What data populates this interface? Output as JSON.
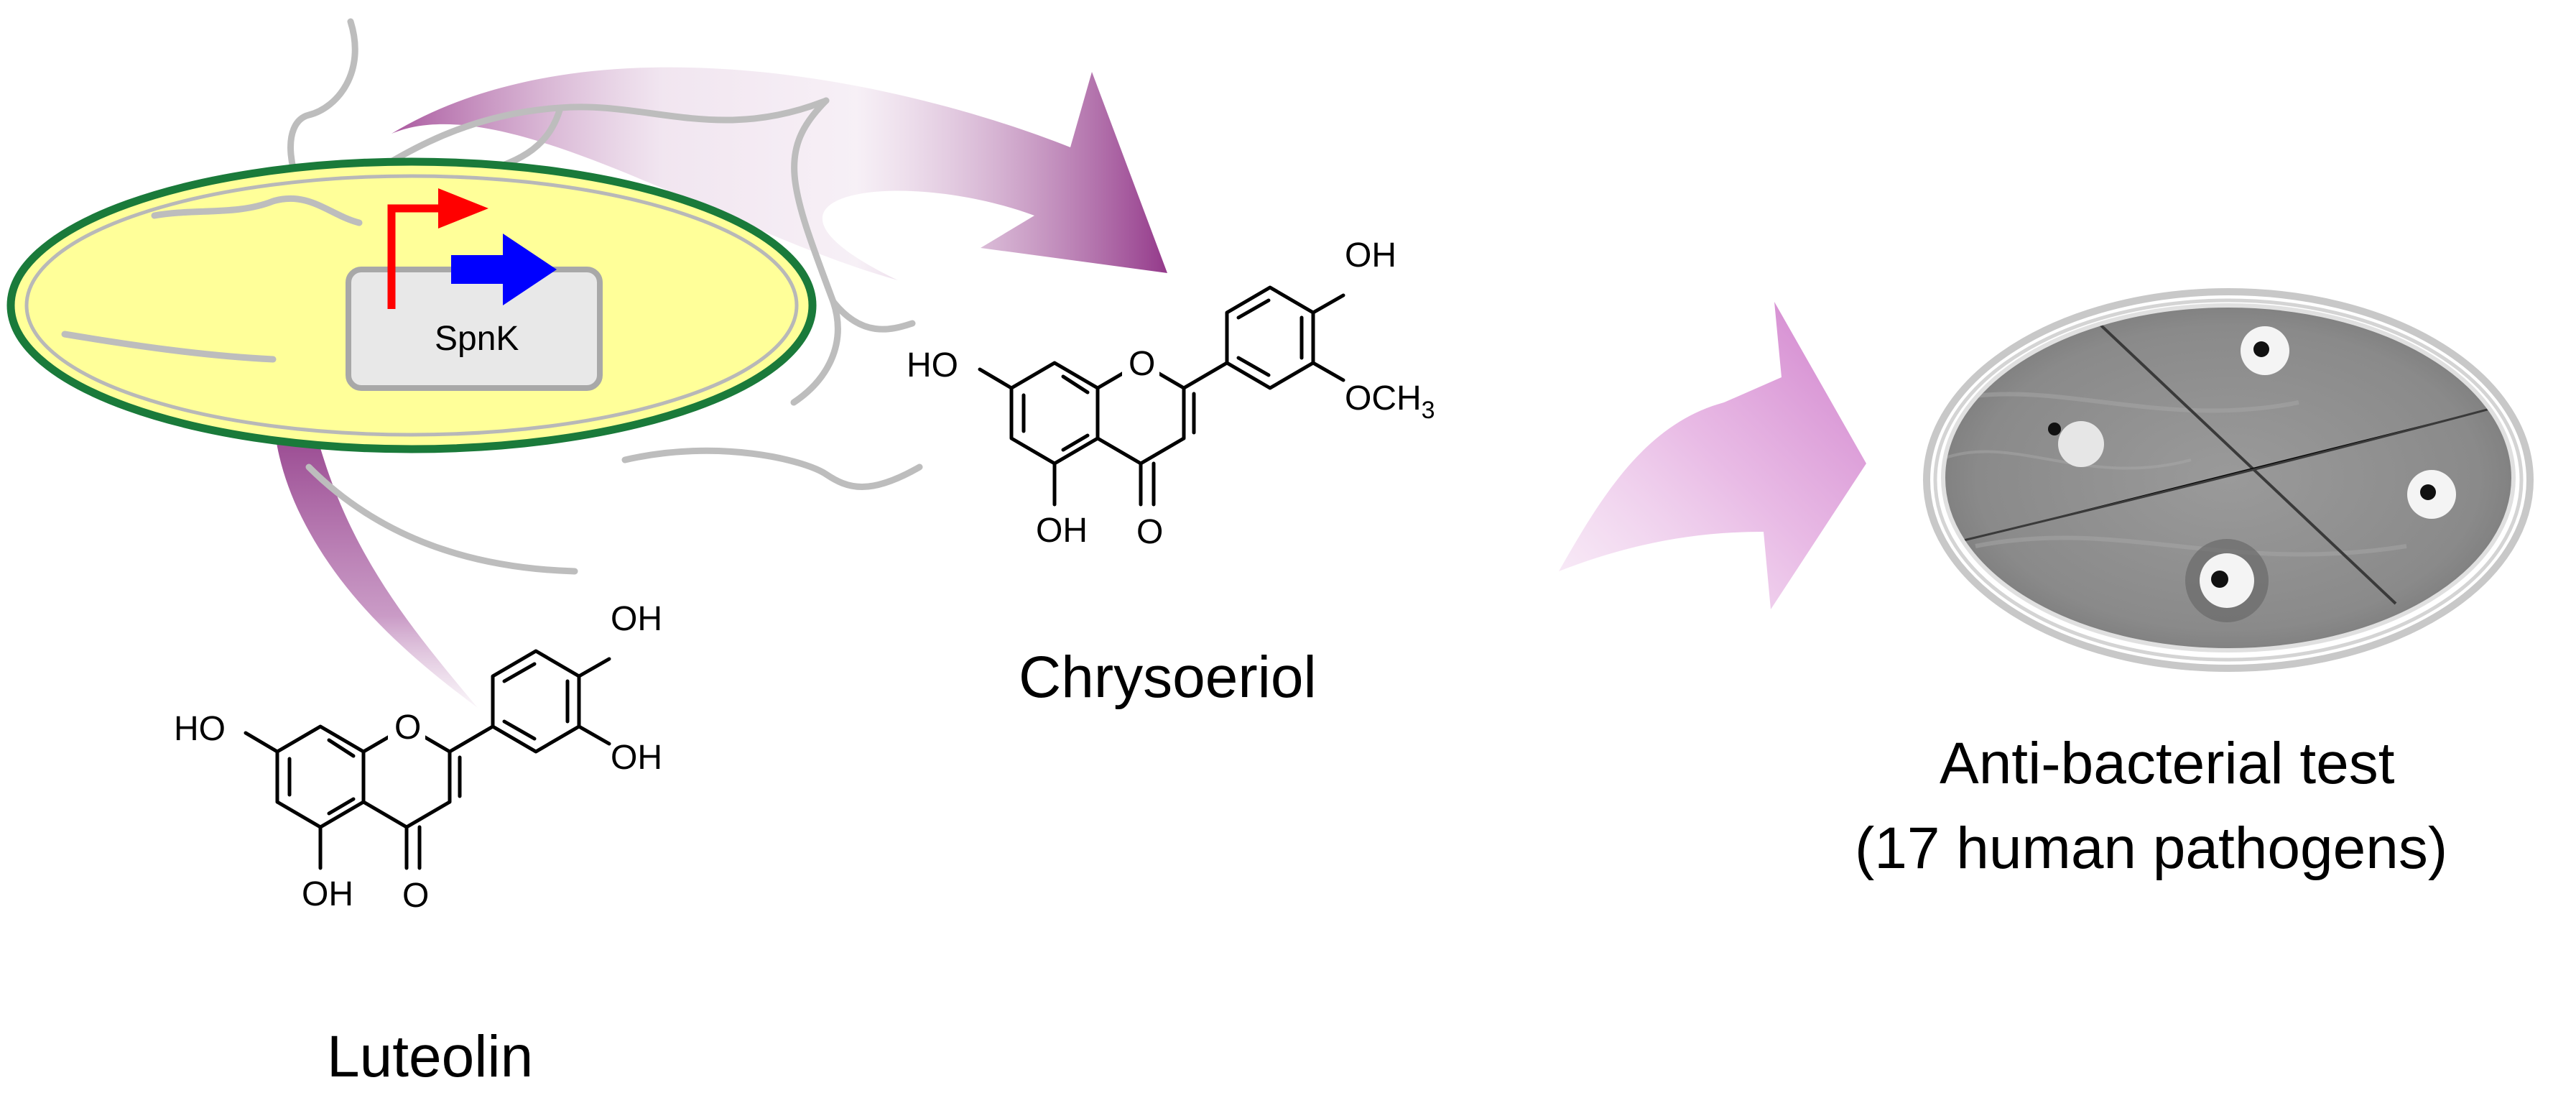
{
  "gene": {
    "name": "SpnK"
  },
  "luteolin": {
    "name": "Luteolin",
    "substituents": {
      "ho_7": "HO",
      "oh_5": "OH",
      "o_ring": "O",
      "o_keto": "O",
      "oh_4p": "OH",
      "oh_3p": "OH"
    }
  },
  "chrysoeriol": {
    "name": "Chrysoeriol",
    "substituents": {
      "ho_7": "HO",
      "oh_5": "OH",
      "o_ring": "O",
      "o_keto": "O",
      "oh_4p": "OH",
      "och3_prefix": "OCH",
      "och3_sub": "3"
    }
  },
  "assay": {
    "line1": "Anti-bacterial test",
    "line2": "(17 human pathogens)"
  },
  "colors": {
    "cell_fill": "#ffff99",
    "cell_border": "#1a7a3a",
    "promoter": "#ff0000",
    "gene_arrow": "#0000ff",
    "arrow_purple": "#9b3b8e",
    "arrow_pink": "#d58ed0"
  }
}
